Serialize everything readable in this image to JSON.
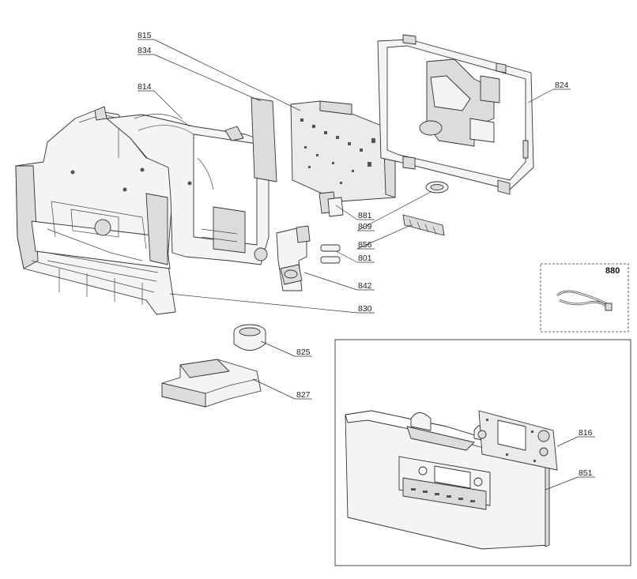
{
  "labels": {
    "p815": "815",
    "p834": "834",
    "p814": "814",
    "p824": "824",
    "p881": "881",
    "p809": "809",
    "p856": "856",
    "p801": "801",
    "p842": "842",
    "p830": "830",
    "p880": "880",
    "p825": "825",
    "p827": "827",
    "p816": "816",
    "p851": "851"
  }
}
